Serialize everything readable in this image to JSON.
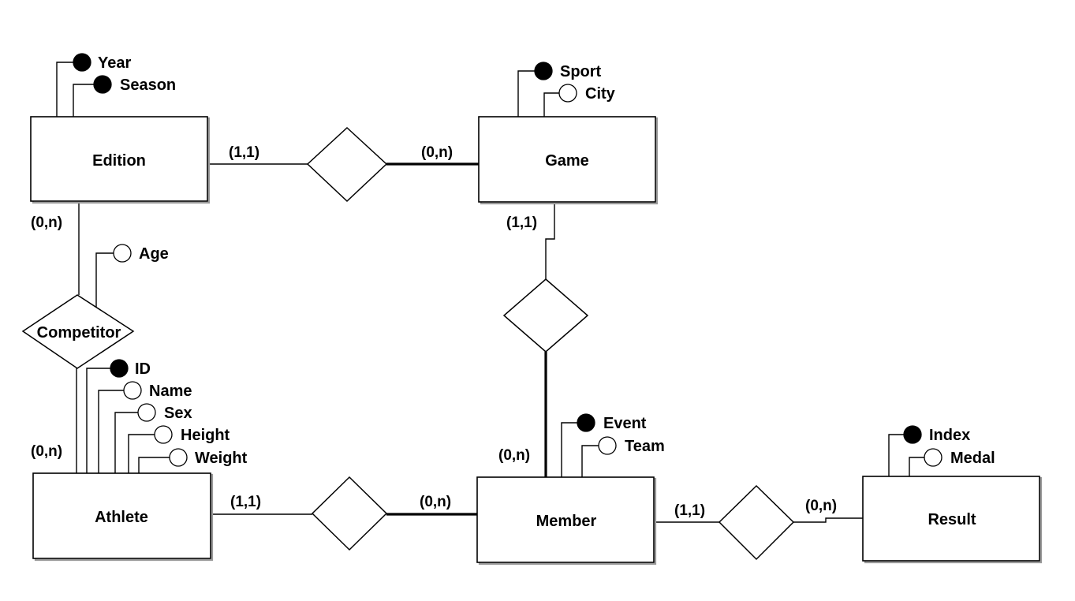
{
  "diagram": {
    "entities": [
      {
        "id": "edition",
        "name": "Edition",
        "attributes": [
          {
            "name": "Year",
            "key": true
          },
          {
            "name": "Season",
            "key": true
          }
        ]
      },
      {
        "id": "game",
        "name": "Game",
        "attributes": [
          {
            "name": "Sport",
            "key": true
          },
          {
            "name": "City",
            "key": false
          }
        ]
      },
      {
        "id": "athlete",
        "name": "Athlete",
        "attributes": [
          {
            "name": "ID",
            "key": true
          },
          {
            "name": "Name",
            "key": false
          },
          {
            "name": "Sex",
            "key": false
          },
          {
            "name": "Height",
            "key": false
          },
          {
            "name": "Weight",
            "key": false
          }
        ]
      },
      {
        "id": "member",
        "name": "Member",
        "attributes": [
          {
            "name": "Event",
            "key": true
          },
          {
            "name": "Team",
            "key": false
          }
        ]
      },
      {
        "id": "result",
        "name": "Result",
        "attributes": [
          {
            "name": "Index",
            "key": true
          },
          {
            "name": "Medal",
            "key": false
          }
        ]
      }
    ],
    "relationships": [
      {
        "id": "edition-game",
        "name": "",
        "attributes": [],
        "ends": [
          {
            "entity": "Edition",
            "cardinality": "(1,1)"
          },
          {
            "entity": "Game",
            "cardinality": "(0,n)"
          }
        ]
      },
      {
        "id": "competitor",
        "name": "Competitor",
        "attributes": [
          {
            "name": "Age",
            "key": false
          }
        ],
        "ends": [
          {
            "entity": "Edition",
            "cardinality": "(0,n)"
          },
          {
            "entity": "Athlete",
            "cardinality": "(0,n)"
          }
        ]
      },
      {
        "id": "game-member",
        "name": "",
        "attributes": [],
        "ends": [
          {
            "entity": "Game",
            "cardinality": "(1,1)"
          },
          {
            "entity": "Member",
            "cardinality": "(0,n)"
          }
        ]
      },
      {
        "id": "athlete-member",
        "name": "",
        "attributes": [],
        "ends": [
          {
            "entity": "Athlete",
            "cardinality": "(1,1)"
          },
          {
            "entity": "Member",
            "cardinality": "(0,n)"
          }
        ]
      },
      {
        "id": "member-result",
        "name": "",
        "attributes": [],
        "ends": [
          {
            "entity": "Member",
            "cardinality": "(1,1)"
          },
          {
            "entity": "Result",
            "cardinality": "(0,n)"
          }
        ]
      }
    ]
  }
}
